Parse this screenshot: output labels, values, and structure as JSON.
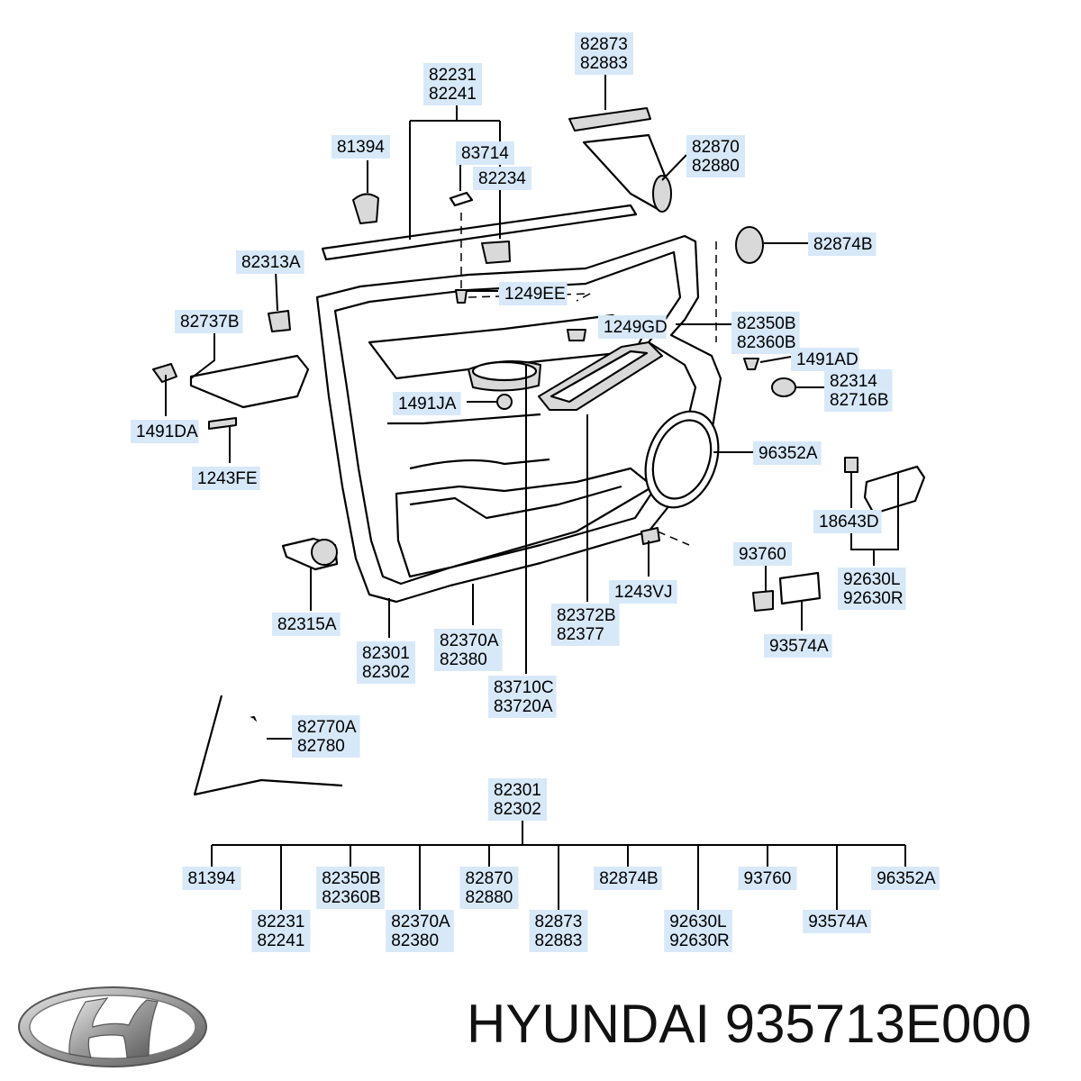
{
  "brand": "HYUNDAI",
  "part_number": "935713E000",
  "callouts": [
    {
      "id": "c-82873",
      "lines": [
        "82873",
        "82883"
      ]
    },
    {
      "id": "c-82231",
      "lines": [
        "82231",
        "82241"
      ]
    },
    {
      "id": "c-81394",
      "lines": [
        "81394"
      ]
    },
    {
      "id": "c-83714",
      "lines": [
        "83714"
      ]
    },
    {
      "id": "c-82234",
      "lines": [
        "82234"
      ]
    },
    {
      "id": "c-82870",
      "lines": [
        "82870",
        "82880"
      ]
    },
    {
      "id": "c-82874B",
      "lines": [
        "82874B"
      ]
    },
    {
      "id": "c-82313A",
      "lines": [
        "82313A"
      ]
    },
    {
      "id": "c-1249EE",
      "lines": [
        "1249EE"
      ]
    },
    {
      "id": "c-82737B",
      "lines": [
        "82737B"
      ]
    },
    {
      "id": "c-1249GD",
      "lines": [
        "1249GD"
      ]
    },
    {
      "id": "c-82350B",
      "lines": [
        "82350B",
        "82360B"
      ]
    },
    {
      "id": "c-1491AD",
      "lines": [
        "1491AD"
      ]
    },
    {
      "id": "c-82314",
      "lines": [
        "82314",
        "82716B"
      ]
    },
    {
      "id": "c-1491JA",
      "lines": [
        "1491JA"
      ]
    },
    {
      "id": "c-1491DA",
      "lines": [
        "1491DA"
      ]
    },
    {
      "id": "c-96352A",
      "lines": [
        "96352A"
      ]
    },
    {
      "id": "c-1243FE",
      "lines": [
        "1243FE"
      ]
    },
    {
      "id": "c-18643D",
      "lines": [
        "18643D"
      ]
    },
    {
      "id": "c-93760",
      "lines": [
        "93760"
      ]
    },
    {
      "id": "c-1243VJ",
      "lines": [
        "1243VJ"
      ]
    },
    {
      "id": "c-92630L",
      "lines": [
        "92630L",
        "92630R"
      ]
    },
    {
      "id": "c-82372B",
      "lines": [
        "82372B",
        "82377"
      ]
    },
    {
      "id": "c-82315A",
      "lines": [
        "82315A"
      ]
    },
    {
      "id": "c-82301",
      "lines": [
        "82301",
        "82302"
      ]
    },
    {
      "id": "c-82370A",
      "lines": [
        "82370A",
        "82380"
      ]
    },
    {
      "id": "c-93574A",
      "lines": [
        "93574A"
      ]
    },
    {
      "id": "c-83710C",
      "lines": [
        "83710C",
        "83720A"
      ]
    },
    {
      "id": "c-82770A",
      "lines": [
        "82770A",
        "82780"
      ]
    }
  ],
  "tree": {
    "root": [
      "82301",
      "82302"
    ],
    "children": [
      [
        "81394"
      ],
      [
        "82231",
        "82241"
      ],
      [
        "82350B",
        "82360B"
      ],
      [
        "82370A",
        "82380"
      ],
      [
        "82870",
        "82880"
      ],
      [
        "82873",
        "82883"
      ],
      [
        "82874B"
      ],
      [
        "92630L",
        "92630R"
      ],
      [
        "93760"
      ],
      [
        "93574A"
      ],
      [
        "96352A"
      ]
    ]
  }
}
